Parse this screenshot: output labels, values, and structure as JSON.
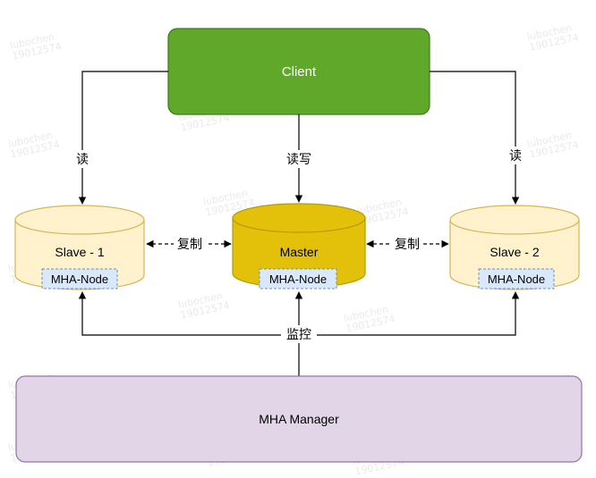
{
  "nodes": {
    "client": {
      "label": "Client",
      "fill": "#5fa82a",
      "stroke": "#3e7a18",
      "text_color": "#ffffff"
    },
    "slave1": {
      "label": "Slave - 1",
      "fill": "#fff2cc",
      "stroke": "#d6b656"
    },
    "master": {
      "label": "Master",
      "fill": "#e3c10a",
      "stroke": "#b79a00"
    },
    "slave2": {
      "label": "Slave - 2",
      "fill": "#fff2cc",
      "stroke": "#d6b656"
    },
    "mha_node_label": "MHA-Node",
    "mha_node_fill": "#dae8fc",
    "manager": {
      "label": "MHA Manager",
      "fill": "#e1d5e7",
      "stroke": "#9673a6"
    }
  },
  "edges": {
    "read_left": "读",
    "read_write": "读写",
    "read_right": "读",
    "replicate_left": "复制",
    "replicate_right": "复制",
    "monitor": "监控"
  },
  "watermark": {
    "line1": "lubochen",
    "line2": "19012574"
  }
}
